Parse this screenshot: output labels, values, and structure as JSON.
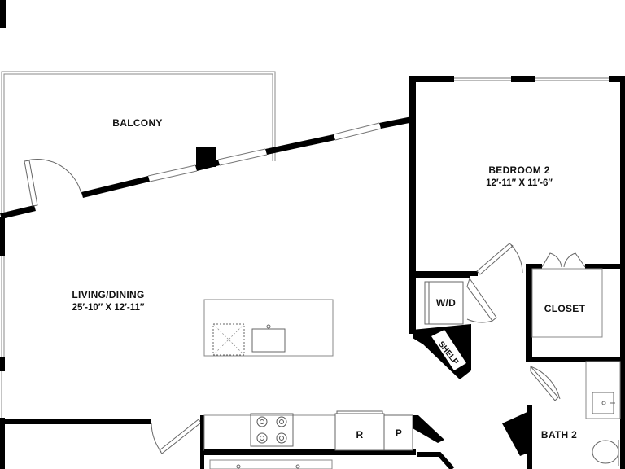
{
  "colors": {
    "wall": "#000000",
    "line": "#888888",
    "fixture": "#555555",
    "background": "#ffffff"
  },
  "rooms": {
    "balcony": {
      "name": "BALCONY"
    },
    "living": {
      "name": "LIVING/DINING",
      "dims": "25′-10″ X 12′-11″"
    },
    "bedroom2": {
      "name": "BEDROOM 2",
      "dims": "12′-11″ X 11′-6″"
    },
    "closet": {
      "name": "CLOSET"
    },
    "bath2": {
      "name": "BATH 2"
    },
    "laundry": {
      "name": "W/D"
    },
    "shelf": {
      "name": "SHELF"
    }
  },
  "appliances": {
    "refrigerator": "R",
    "pantry": "P"
  }
}
